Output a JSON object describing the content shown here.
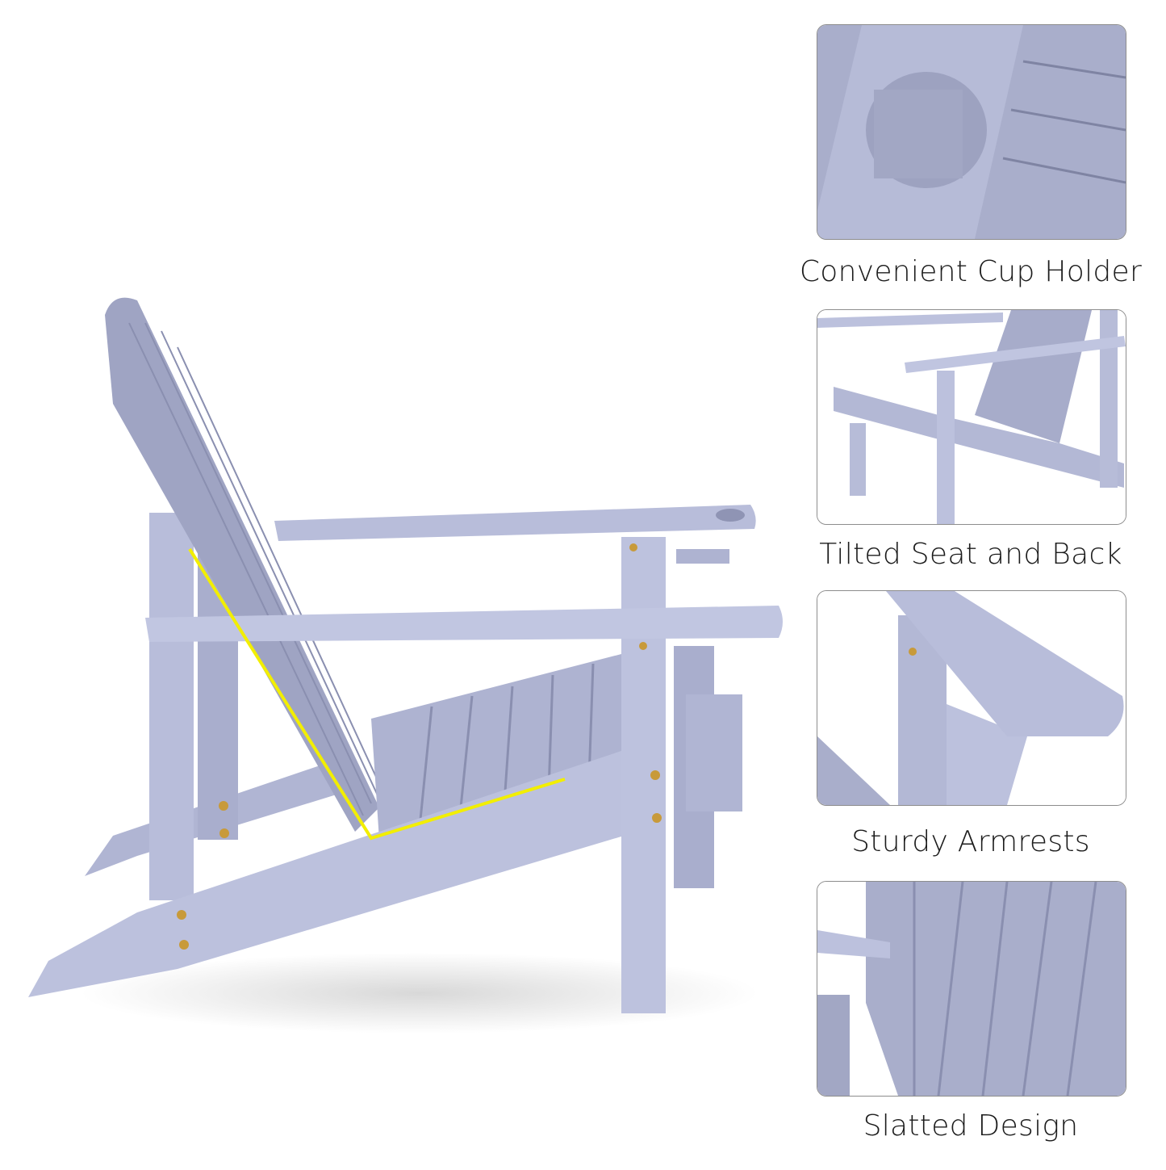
{
  "features": [
    {
      "caption": "Convenient Cup Holder",
      "icon": "cup-holder-detail"
    },
    {
      "caption": "Tilted Seat and Back",
      "icon": "tilted-seat-detail"
    },
    {
      "caption": "Sturdy Armrests",
      "icon": "armrest-detail"
    },
    {
      "caption": "Slatted Design",
      "icon": "slatted-back-detail"
    }
  ],
  "colors": {
    "chair": "#b6bbd8",
    "chair_shade": "#9ea3c2",
    "angle_highlight": "#f2ee00",
    "hardware": "#c89a3a",
    "panel_border": "#8d8d8d"
  }
}
